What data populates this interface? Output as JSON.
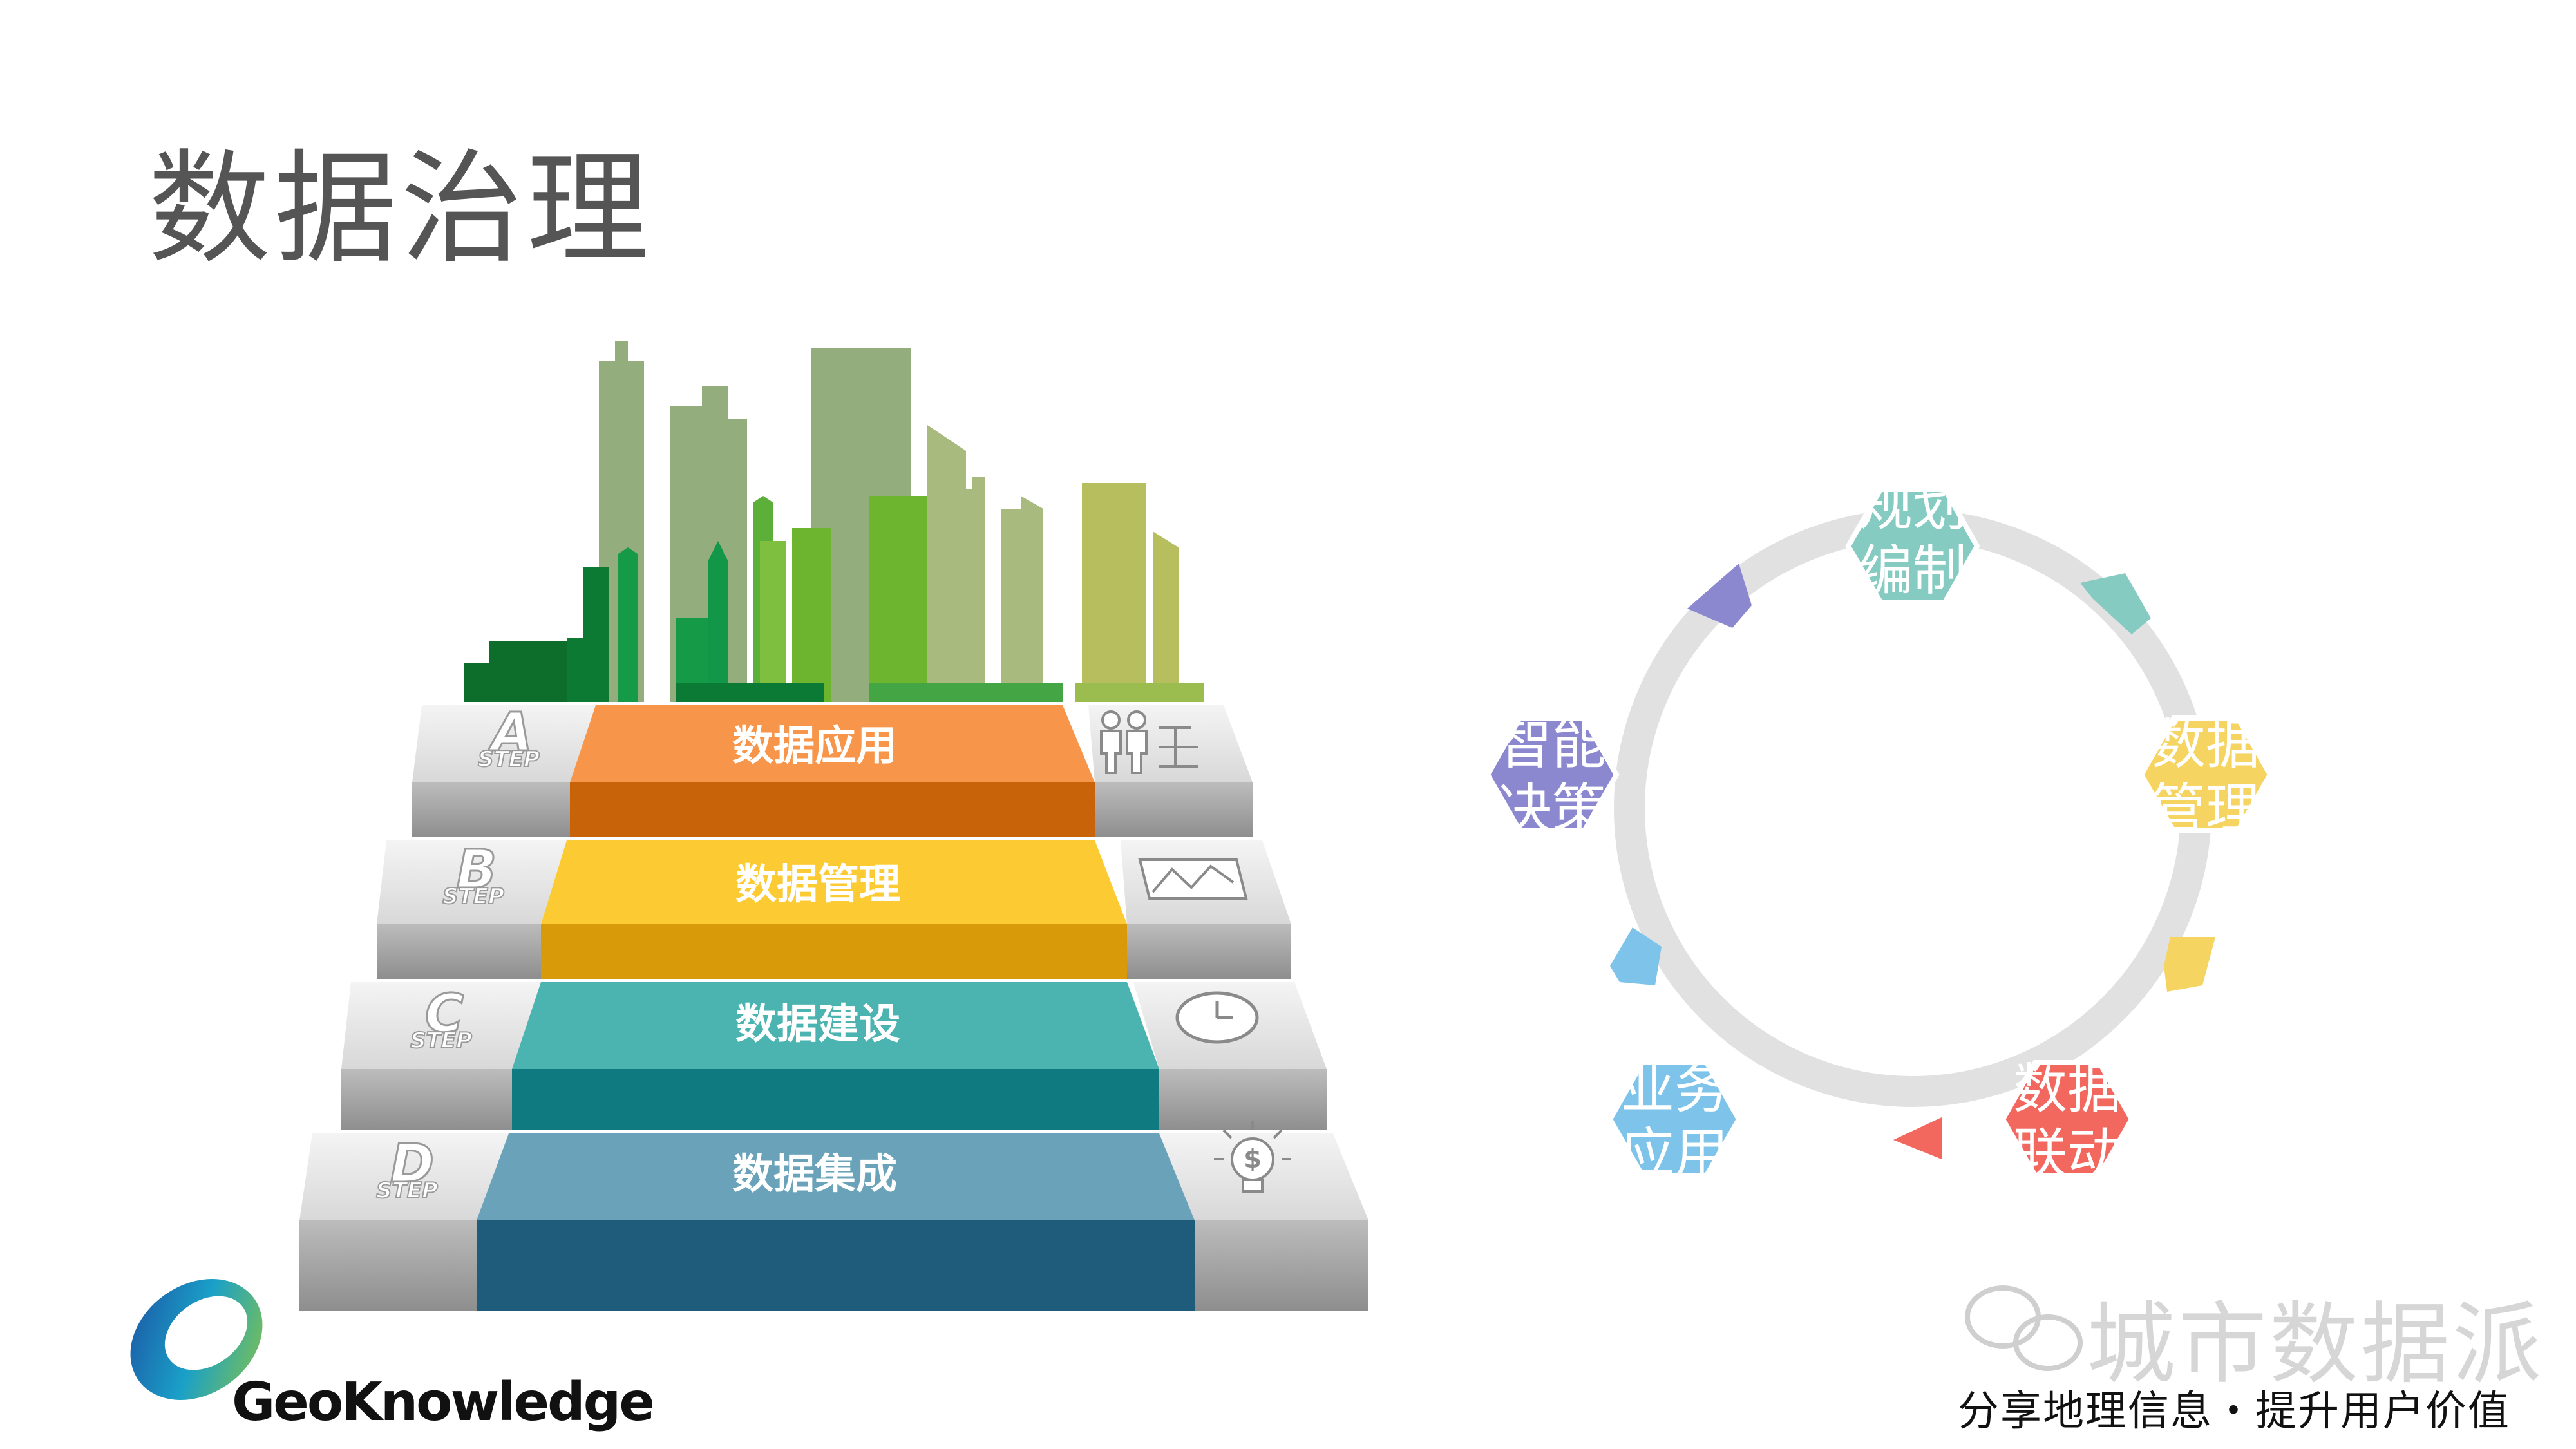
{
  "title": "数据治理",
  "steps": [
    {
      "letter": "A",
      "word": "STEP",
      "label": "数据应用",
      "icon": "people-flow-icon",
      "color": "#f7964a",
      "shade": "#c9630a"
    },
    {
      "letter": "B",
      "word": "STEP",
      "label": "数据管理",
      "icon": "chart-board-icon",
      "color": "#fccb33",
      "shade": "#d99a0a"
    },
    {
      "letter": "C",
      "word": "STEP",
      "label": "数据建设",
      "icon": "clock-icon",
      "color": "#4bb3b0",
      "shade": "#0f7b80"
    },
    {
      "letter": "D",
      "word": "STEP",
      "label": "数据集成",
      "icon": "lightbulb-dollar-icon",
      "color": "#6aa3b9",
      "shade": "#1f5c7c"
    }
  ],
  "cycle": [
    {
      "line1": "规划",
      "line2": "编制",
      "color": "#85cbc2"
    },
    {
      "line1": "数据",
      "line2": "管理",
      "color": "#f6d462"
    },
    {
      "line1": "数据",
      "line2": "联动",
      "color": "#f2685e"
    },
    {
      "line1": "业务",
      "line2": "应用",
      "color": "#7ec4ea"
    },
    {
      "line1": "智能",
      "line2": "决策",
      "color": "#8b88d0"
    }
  ],
  "brand": {
    "name": "GeoKnowledge"
  },
  "wechat": {
    "name": "城市数据派",
    "slogan": "分享地理信息・提升用户价值"
  }
}
